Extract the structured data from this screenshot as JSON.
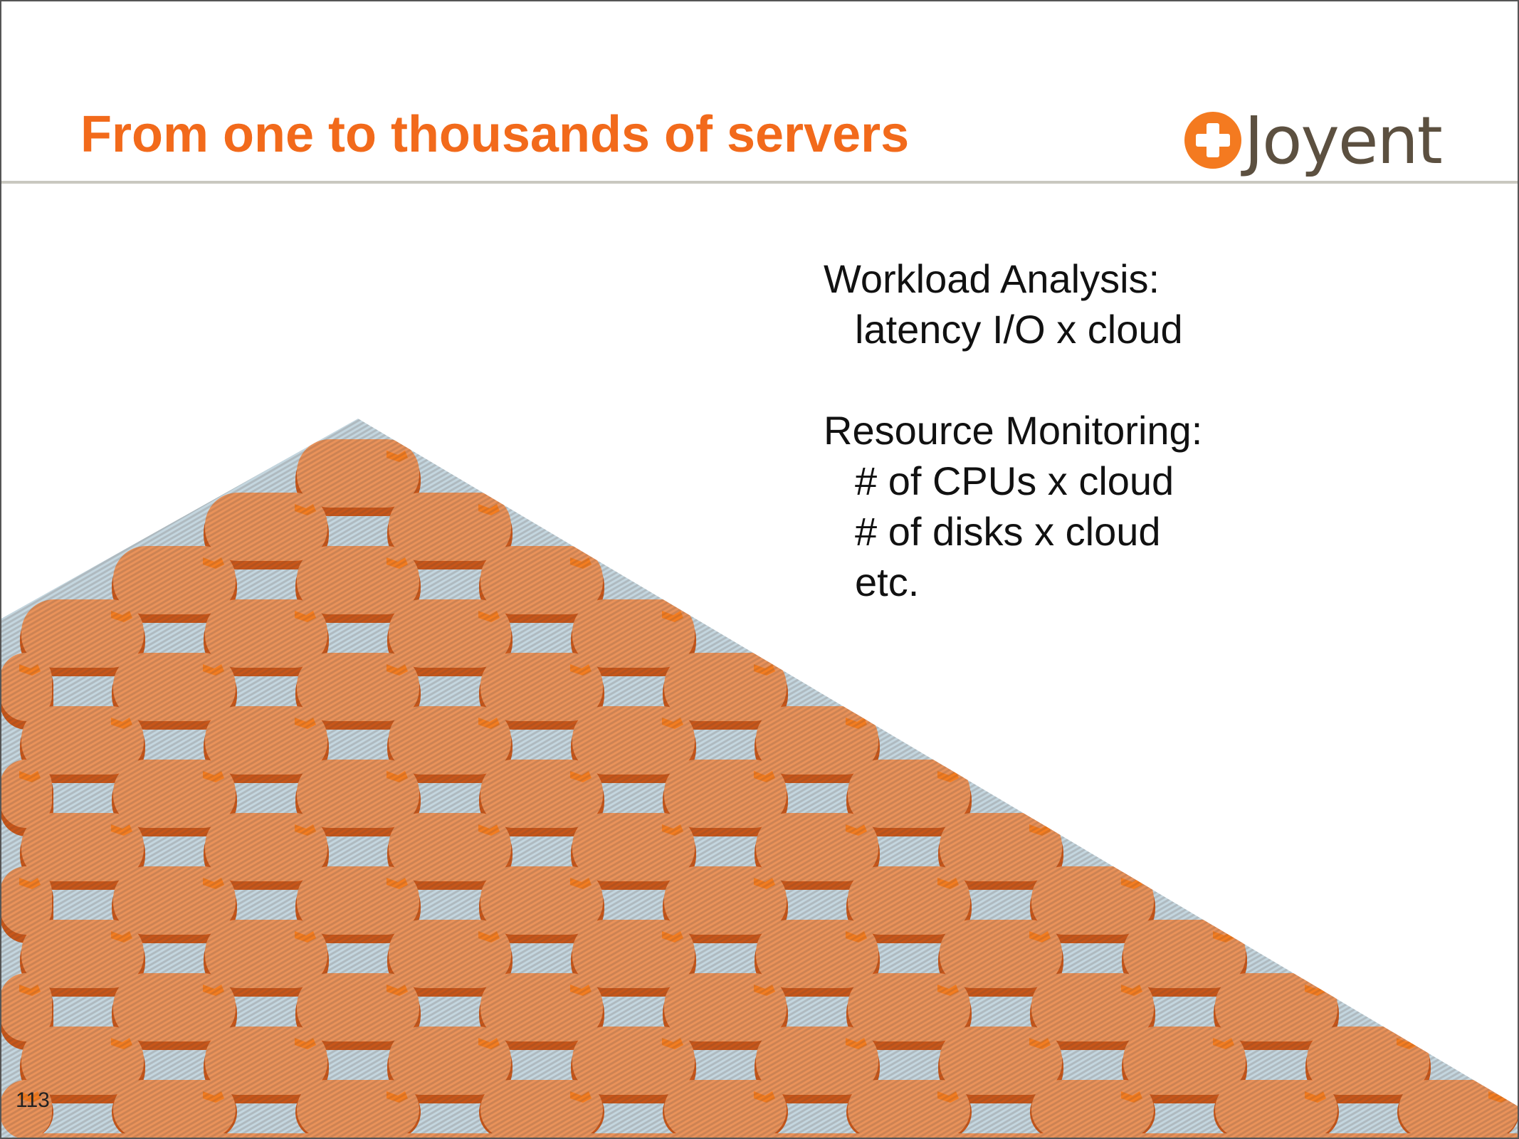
{
  "slide": {
    "title": "From one to thousands of servers",
    "logo_text": "Joyent",
    "page_number": "113",
    "workload": {
      "heading": "Workload Analysis:",
      "items": [
        "latency I/O x cloud"
      ]
    },
    "resource": {
      "heading": "Resource Monitoring:",
      "items": [
        "# of CPUs x cloud",
        "# of disks x cloud",
        "etc."
      ]
    }
  },
  "colors": {
    "title": "#f26a1b",
    "server_face": "#e9925a",
    "server_edge": "#c9571a",
    "base": "#c4d6df"
  }
}
